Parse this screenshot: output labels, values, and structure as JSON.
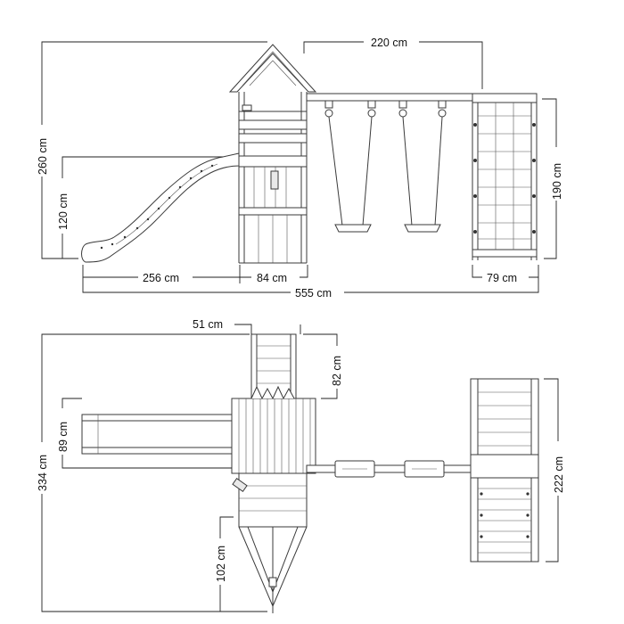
{
  "side_view": {
    "width_swing": "220 cm",
    "height_total": "260 cm",
    "height_slide": "120 cm",
    "height_climb": "190 cm",
    "len_slide": "256 cm",
    "len_tower": "84 cm",
    "len_climb": "79 cm",
    "len_total": "555 cm"
  },
  "top_view": {
    "ladder_width": "51 cm",
    "ladder_depth": "82 cm",
    "slide_width": "89 cm",
    "total_depth": "334 cm",
    "climb_depth": "222 cm",
    "ramp_length": "102 cm"
  }
}
